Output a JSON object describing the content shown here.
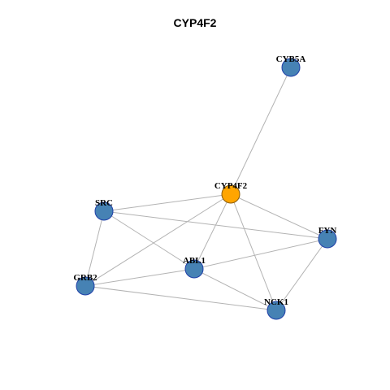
{
  "title": "CYP4F2",
  "colors": {
    "node": "#4682b4",
    "center": "#ffa500",
    "edge": "#b3b3b3"
  },
  "nodes": [
    {
      "id": "CYB5A",
      "label": "CYB5A",
      "role": "neighbor"
    },
    {
      "id": "CYP4F2",
      "label": "CYP4F2",
      "role": "center"
    },
    {
      "id": "SRC",
      "label": "SRC",
      "role": "neighbor"
    },
    {
      "id": "FYN",
      "label": "FYN",
      "role": "neighbor"
    },
    {
      "id": "ABL1",
      "label": "ABL1",
      "role": "neighbor"
    },
    {
      "id": "GRB2",
      "label": "GRB2",
      "role": "neighbor"
    },
    {
      "id": "NCK1",
      "label": "NCK1",
      "role": "neighbor"
    }
  ],
  "edges": [
    [
      "CYB5A",
      "CYP4F2"
    ],
    [
      "CYP4F2",
      "SRC"
    ],
    [
      "CYP4F2",
      "FYN"
    ],
    [
      "CYP4F2",
      "ABL1"
    ],
    [
      "CYP4F2",
      "GRB2"
    ],
    [
      "CYP4F2",
      "NCK1"
    ],
    [
      "SRC",
      "FYN"
    ],
    [
      "SRC",
      "ABL1"
    ],
    [
      "SRC",
      "GRB2"
    ],
    [
      "FYN",
      "ABL1"
    ],
    [
      "FYN",
      "NCK1"
    ],
    [
      "ABL1",
      "GRB2"
    ],
    [
      "ABL1",
      "NCK1"
    ],
    [
      "GRB2",
      "NCK1"
    ]
  ]
}
